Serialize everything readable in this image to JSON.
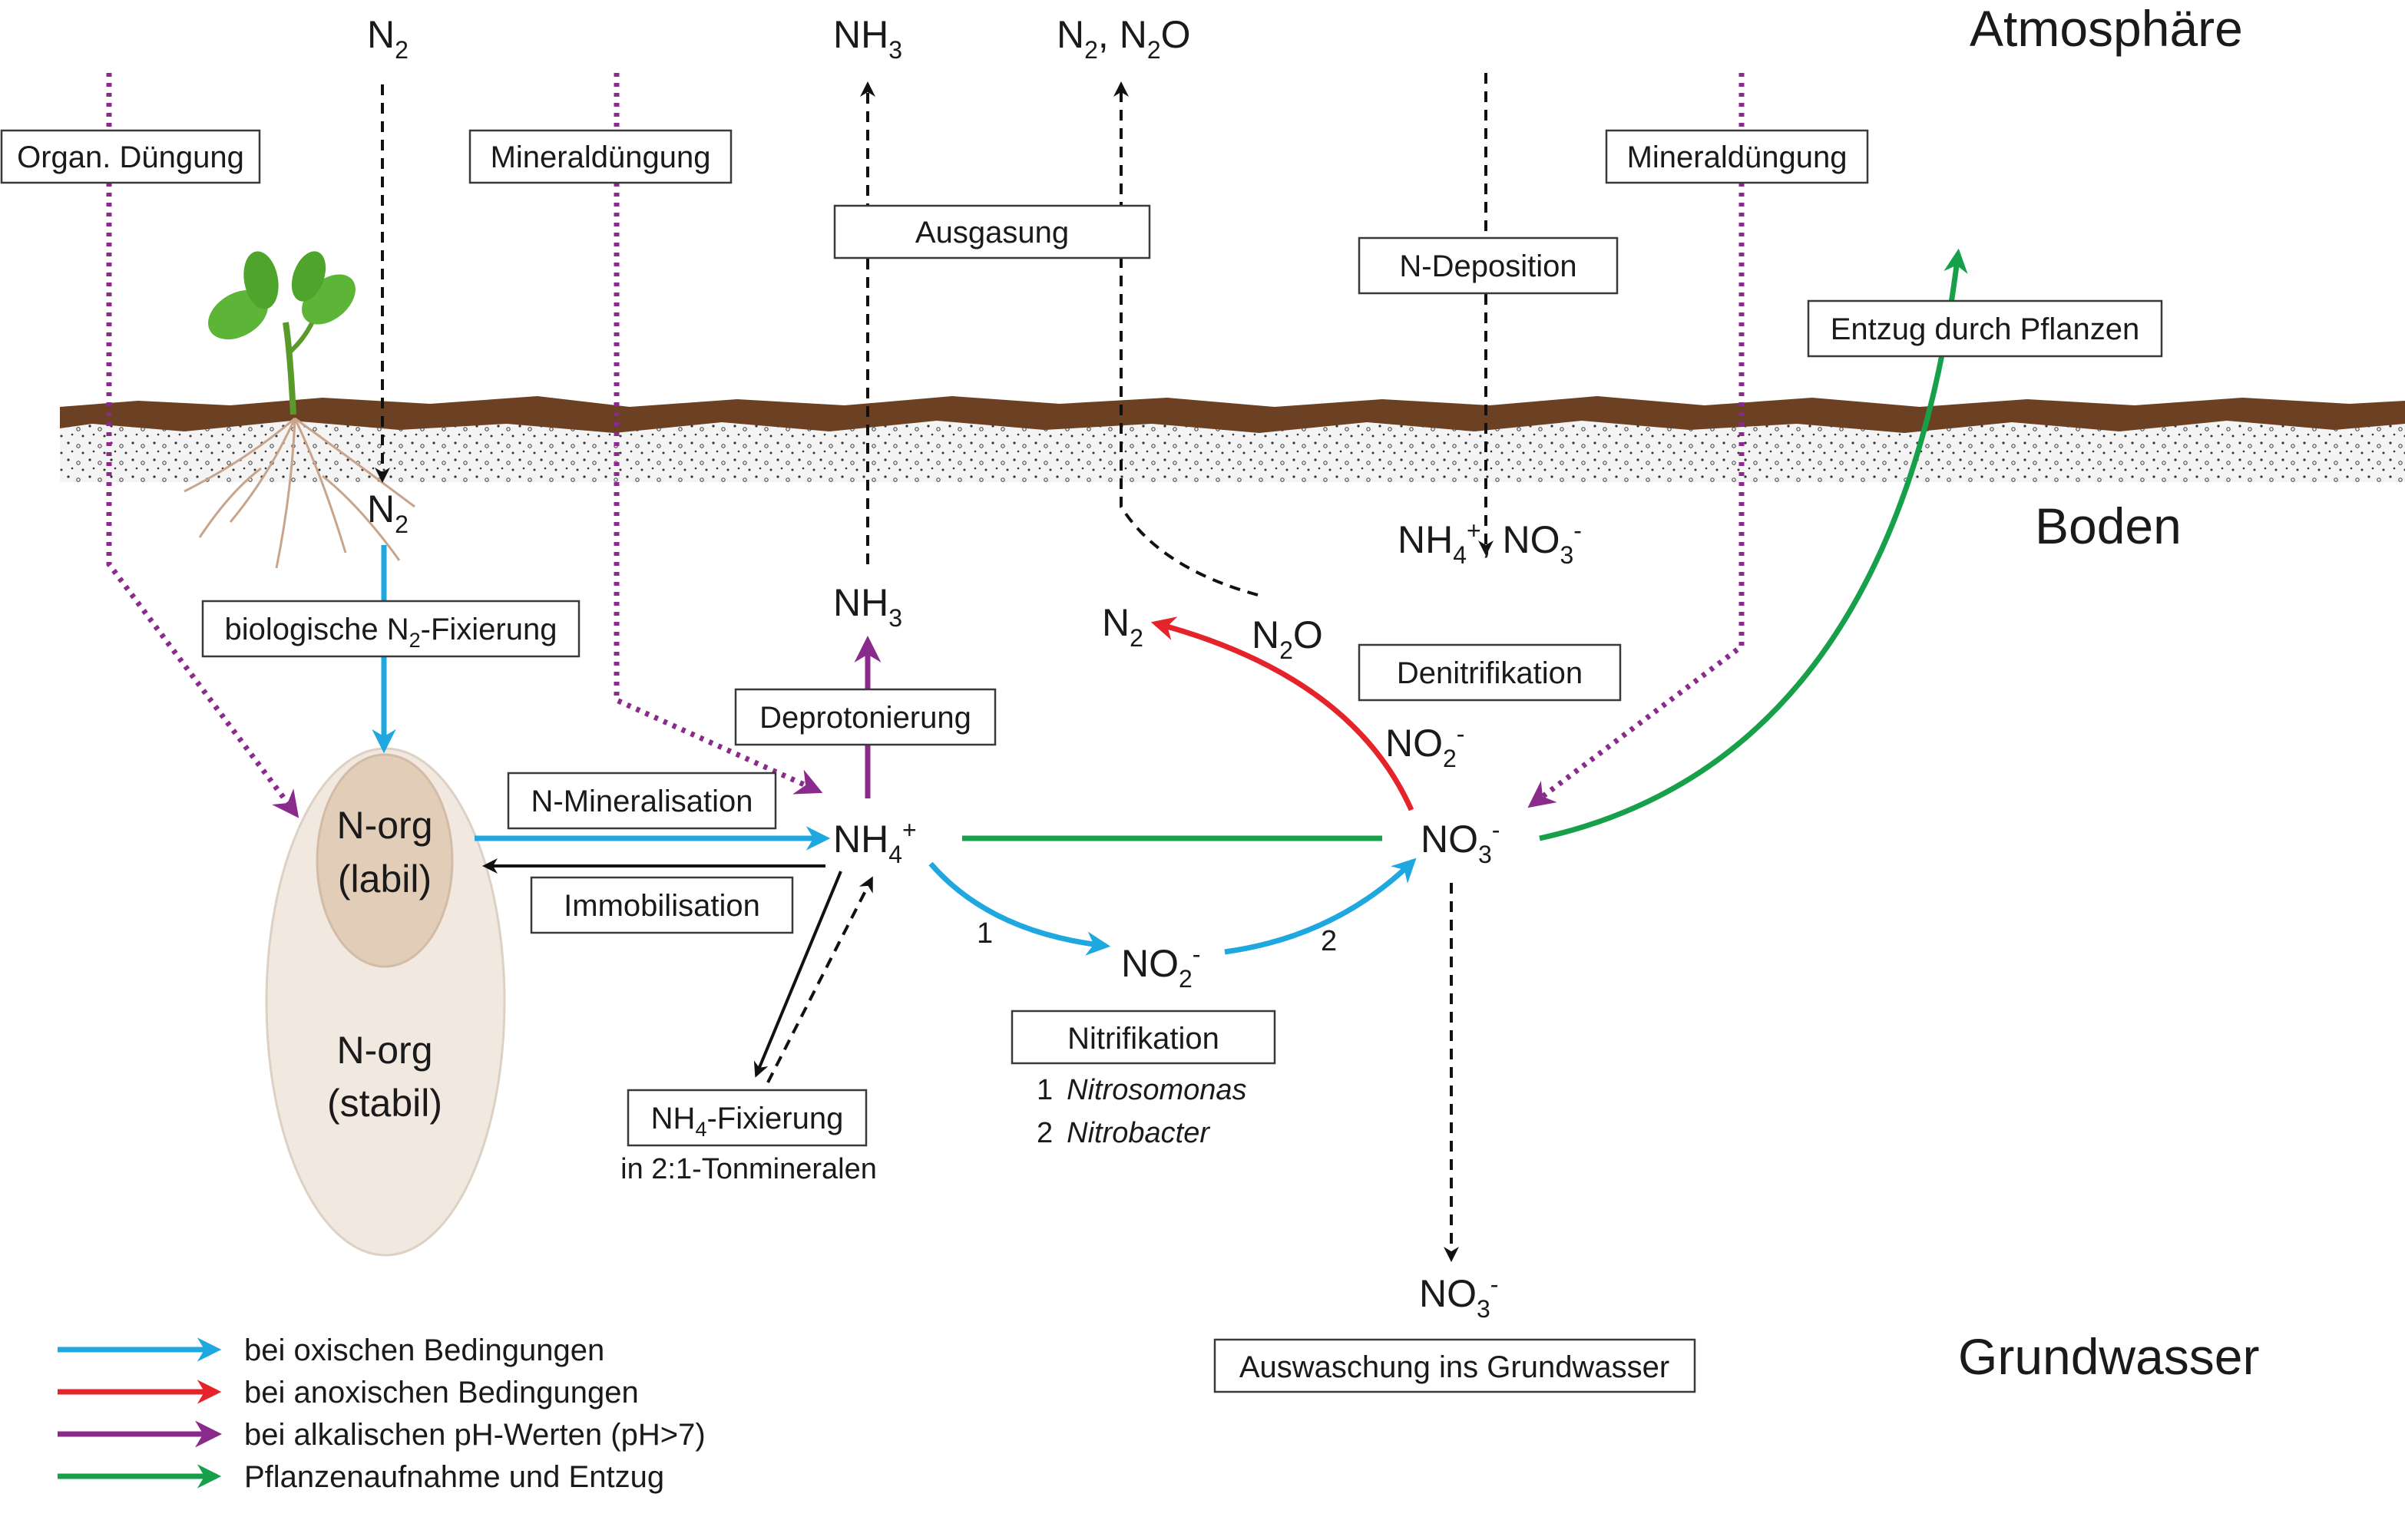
{
  "regions": {
    "atmosphere": "Atmosphäre",
    "soil": "Boden",
    "groundwater": "Grundwasser"
  },
  "top": {
    "n2": {
      "main": "N",
      "sub": "2"
    },
    "nh3": {
      "main": "NH",
      "sub": "3"
    },
    "n2_n2o": {
      "a": "N",
      "a_sub": "2",
      "sep": ", ",
      "b": "N",
      "b_sub": "2",
      "b_end": "O"
    }
  },
  "boxes": {
    "organ_duengung": "Organ. Düngung",
    "mineral_duengung_left": "Mineraldüngung",
    "mineral_duengung_right": "Mineraldüngung",
    "ausgasung": "Ausgasung",
    "n_deposition": "N-Deposition",
    "entzug": "Entzug durch Pflanzen",
    "bio_fix": {
      "pre": "biologische N",
      "sub": "2",
      "post": "-Fixierung"
    },
    "deprotonierung": "Deprotonierung",
    "denitrifikation": "Denitrifikation",
    "n_mineralisation": "N-Mineralisation",
    "immobilisation": "Immobilisation",
    "nitrifikation": "Nitrifikation",
    "nh4_fix": {
      "pre": "NH",
      "sub": "4",
      "post": "-Fixierung"
    },
    "auswaschung": "Auswaschung ins Grundwasser"
  },
  "soil_species": {
    "n2_root": {
      "main": "N",
      "sub": "2"
    },
    "nh4_no3_deposit": {
      "a": "NH",
      "a_sub": "4",
      "a_sup": "+",
      "sep": ", ",
      "b": "NO",
      "b_sub": "3",
      "b_sup": "-"
    },
    "nh3": {
      "main": "NH",
      "sub": "3"
    },
    "n2": {
      "main": "N",
      "sub": "2"
    },
    "n2o": {
      "main": "N",
      "sub": "2",
      "end": "O"
    },
    "no2_denit": {
      "main": "NO",
      "sub": "2",
      "sup": "-"
    },
    "nh4": {
      "main": "NH",
      "sub": "4",
      "sup": "+"
    },
    "no3": {
      "main": "NO",
      "sub": "3",
      "sup": "-"
    },
    "no2_nitri": {
      "main": "NO",
      "sub": "2",
      "sup": "-"
    },
    "no3_leach": {
      "main": "NO",
      "sub": "3",
      "sup": "-"
    }
  },
  "norg": {
    "labil": [
      "N-org",
      "(labil)"
    ],
    "stabil": [
      "N-org",
      "(stabil)"
    ]
  },
  "nitrification": {
    "step1": "1",
    "step2": "2",
    "org1": {
      "num": "1",
      "name": "Nitrosomonas"
    },
    "org2": {
      "num": "2",
      "name": "Nitrobacter"
    }
  },
  "nh4_fix_note": "in 2:1-Tonmineralen",
  "legend": [
    {
      "color": "#1fa8e0",
      "label": "bei oxischen Bedingungen"
    },
    {
      "color": "#e5232a",
      "label": "bei anoxischen Bedingungen"
    },
    {
      "color": "#8a2b8c",
      "label": "bei alkalischen pH-Werten (pH>7)"
    },
    {
      "color": "#17a04a",
      "label": "Pflanzenaufnahme und Entzug"
    }
  ],
  "colors": {
    "oxic": "#1fa8e0",
    "anoxic": "#e5232a",
    "alkaline": "#8a2b8c",
    "plant": "#17a04a",
    "soil_top": "#6b4023",
    "norg_outer": "#f1e8df",
    "norg_inner": "#e2cdb9"
  }
}
